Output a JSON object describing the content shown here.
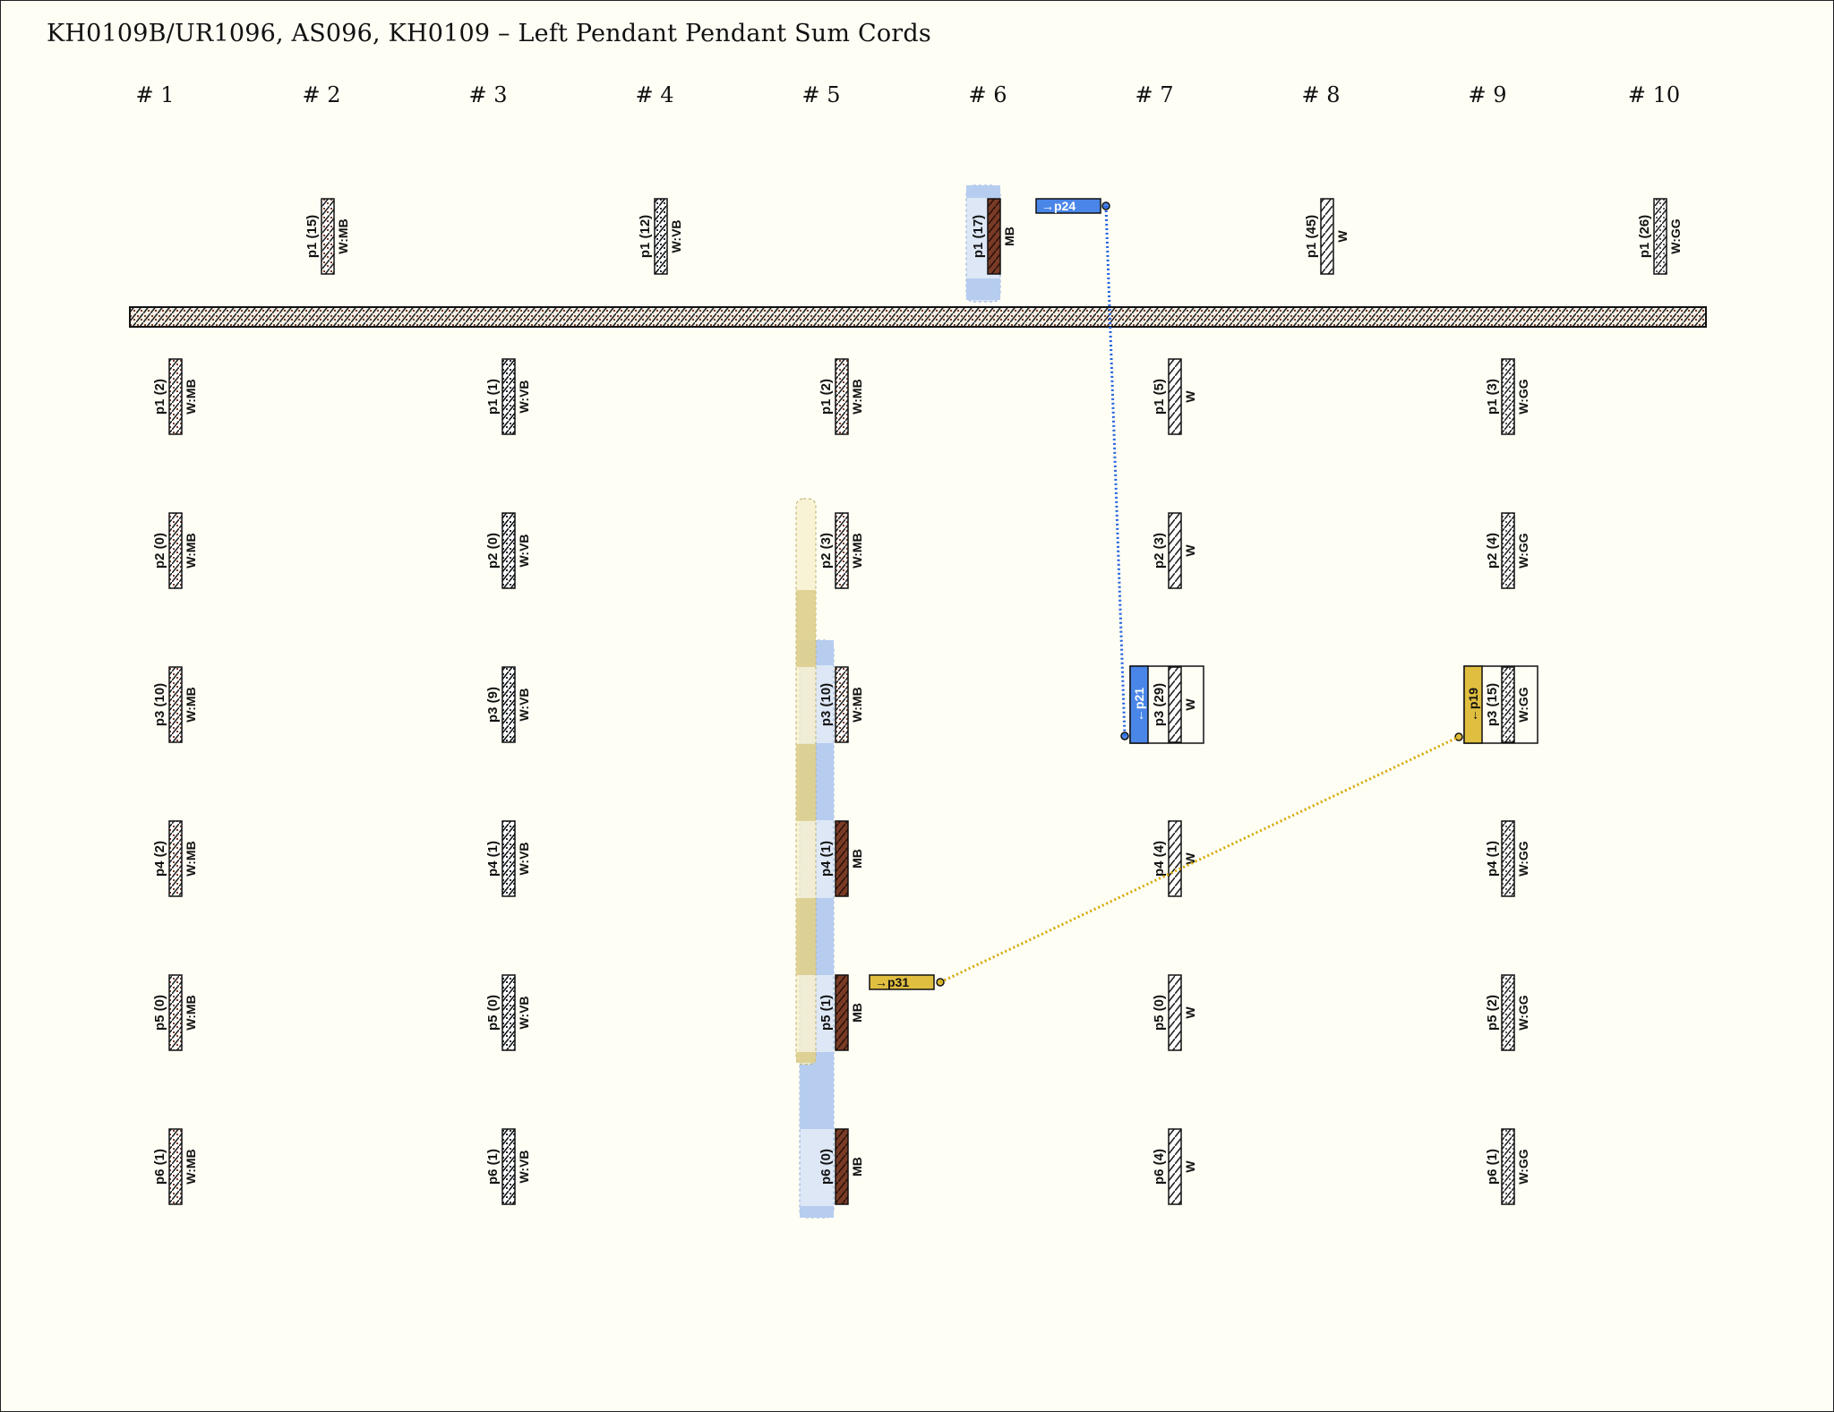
{
  "title": "KH0109B/UR1096, AS096, KH0109 – Left Pendant Pendant Sum Cords",
  "colors": {
    "background": "#fffef5",
    "MB": "#7a3b26",
    "VB": "#1e2a3a",
    "GG": "#5a5a5a",
    "W": "#ffffff",
    "blue_link": "#2060e0",
    "blue_tag": "#4a86e8",
    "gold_link": "#d4a800",
    "gold_tag": "#e0be40",
    "blue_band": "#b6cdf0",
    "yellow_band": "#eedd99"
  },
  "columns": [
    "# 1",
    "# 2",
    "# 3",
    "# 4",
    "# 5",
    "# 6",
    "# 7",
    "# 8",
    "# 9",
    "# 10"
  ],
  "top_cords": [
    {
      "col": 2,
      "label": "p1 (15)",
      "color": "W:MB"
    },
    {
      "col": 4,
      "label": "p1 (12)",
      "color": "W:VB"
    },
    {
      "col": 6,
      "label": "p1 (17)",
      "color": "MB"
    },
    {
      "col": 8,
      "label": "p1 (45)",
      "color": "W"
    },
    {
      "col": 10,
      "label": "p1 (26)",
      "color": "W:GG"
    }
  ],
  "groups": [
    {
      "col": 1,
      "color": "W:MB",
      "cords": [
        "p1 (2)",
        "p2 (0)",
        "p3 (10)",
        "p4 (2)",
        "p5 (0)",
        "p6 (1)"
      ]
    },
    {
      "col": 3,
      "color": "W:VB",
      "cords": [
        "p1 (1)",
        "p2 (0)",
        "p3 (9)",
        "p4 (1)",
        "p5 (0)",
        "p6 (1)"
      ]
    },
    {
      "col": 5,
      "color": "W:MB",
      "cords": [
        "p1 (2)",
        "p2 (3)",
        "p3 (10)",
        "p4 (1)",
        "p5 (1)",
        "p6 (0)"
      ],
      "colors": [
        "W:MB",
        "W:MB",
        "W:MB",
        "MB",
        "MB",
        "MB"
      ]
    },
    {
      "col": 7,
      "color": "W",
      "cords": [
        "p1 (5)",
        "p2 (3)",
        "p3 (29)",
        "p4 (4)",
        "p5 (0)",
        "p6 (4)"
      ]
    },
    {
      "col": 9,
      "color": "W:GG",
      "cords": [
        "p1 (3)",
        "p2 (4)",
        "p3 (15)",
        "p4 (1)",
        "p5 (2)",
        "p6 (1)"
      ]
    }
  ],
  "links": [
    {
      "from_tag": "→p24",
      "to_tag": "←p21",
      "color": "blue"
    },
    {
      "from_tag": "→p31",
      "to_tag": "←p19",
      "color": "gold"
    }
  ]
}
